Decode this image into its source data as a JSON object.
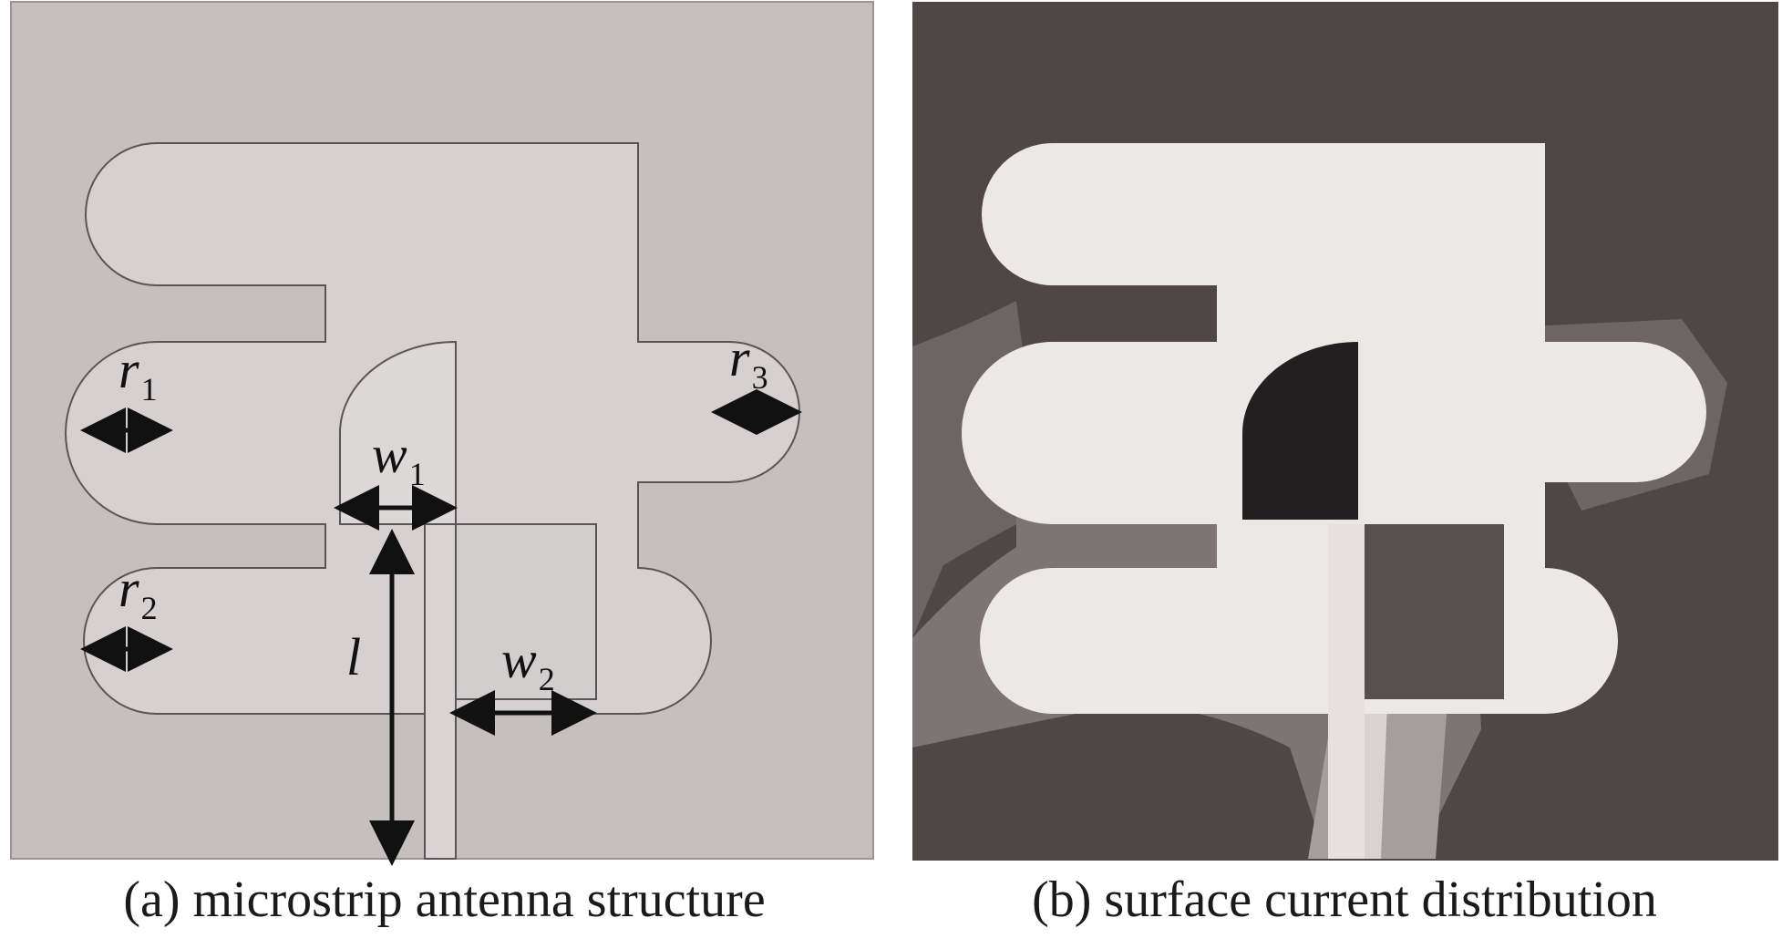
{
  "figure": {
    "panel_a": {
      "caption": "(a) microstrip antenna structure",
      "labels": {
        "r1": {
          "symbol": "r",
          "sub": "1"
        },
        "r2": {
          "symbol": "r",
          "sub": "2"
        },
        "r3": {
          "symbol": "r",
          "sub": "3"
        },
        "w1": {
          "symbol": "w",
          "sub": "1"
        },
        "w2": {
          "symbol": "w",
          "sub": "2"
        },
        "l": {
          "symbol": "l"
        }
      }
    },
    "panel_b": {
      "caption": "(b) surface current distribution"
    }
  },
  "colors": {
    "substrate": "#c5bfbe",
    "patch": "#d6d1d0",
    "outline": "#5a5456",
    "arrow": "#111111",
    "current_low": "#4f4646",
    "current_mid": "#8d8587",
    "current_high": "#ece8e6",
    "current_dark": "#231f20"
  }
}
